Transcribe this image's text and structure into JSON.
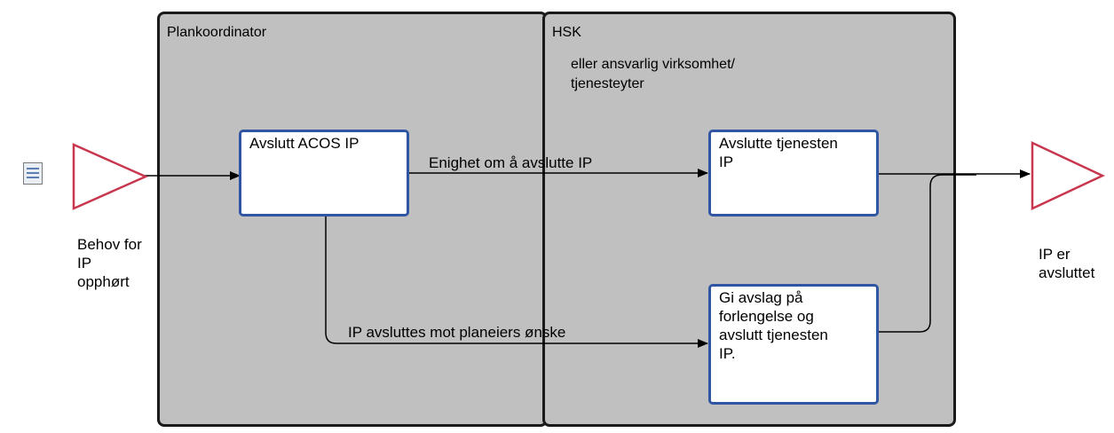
{
  "lanes": {
    "plankoordinator": "Plankoordinator",
    "hsk": "HSK",
    "hsk_subtitle_line1": "eller ansvarlig virksomhet/",
    "hsk_subtitle_line2": "tjenesteyter"
  },
  "tasks": {
    "avslutt_acos": "Avslutt ACOS IP",
    "avslutte_tjenesten_line1": "Avslutte tjenesten",
    "avslutte_tjenesten_line2": "IP",
    "gi_avslag_line1": "Gi avslag på",
    "gi_avslag_line2": "forlengelse og",
    "gi_avslag_line3": "avslutt tjenesten",
    "gi_avslag_line4": "IP."
  },
  "flows": {
    "enighet": "Enighet om å avslutte IP",
    "mot_onske": "IP avsluttes mot planeiers ønske"
  },
  "events": {
    "start_line1": "Behov for",
    "start_line2": "IP",
    "start_line3": "opphørt",
    "end_line1": "IP er",
    "end_line2": "avsluttet"
  },
  "colors": {
    "lane_fill": "#c0c0c0",
    "task_border": "#2f55a3",
    "event_stroke": "#c8374e"
  }
}
